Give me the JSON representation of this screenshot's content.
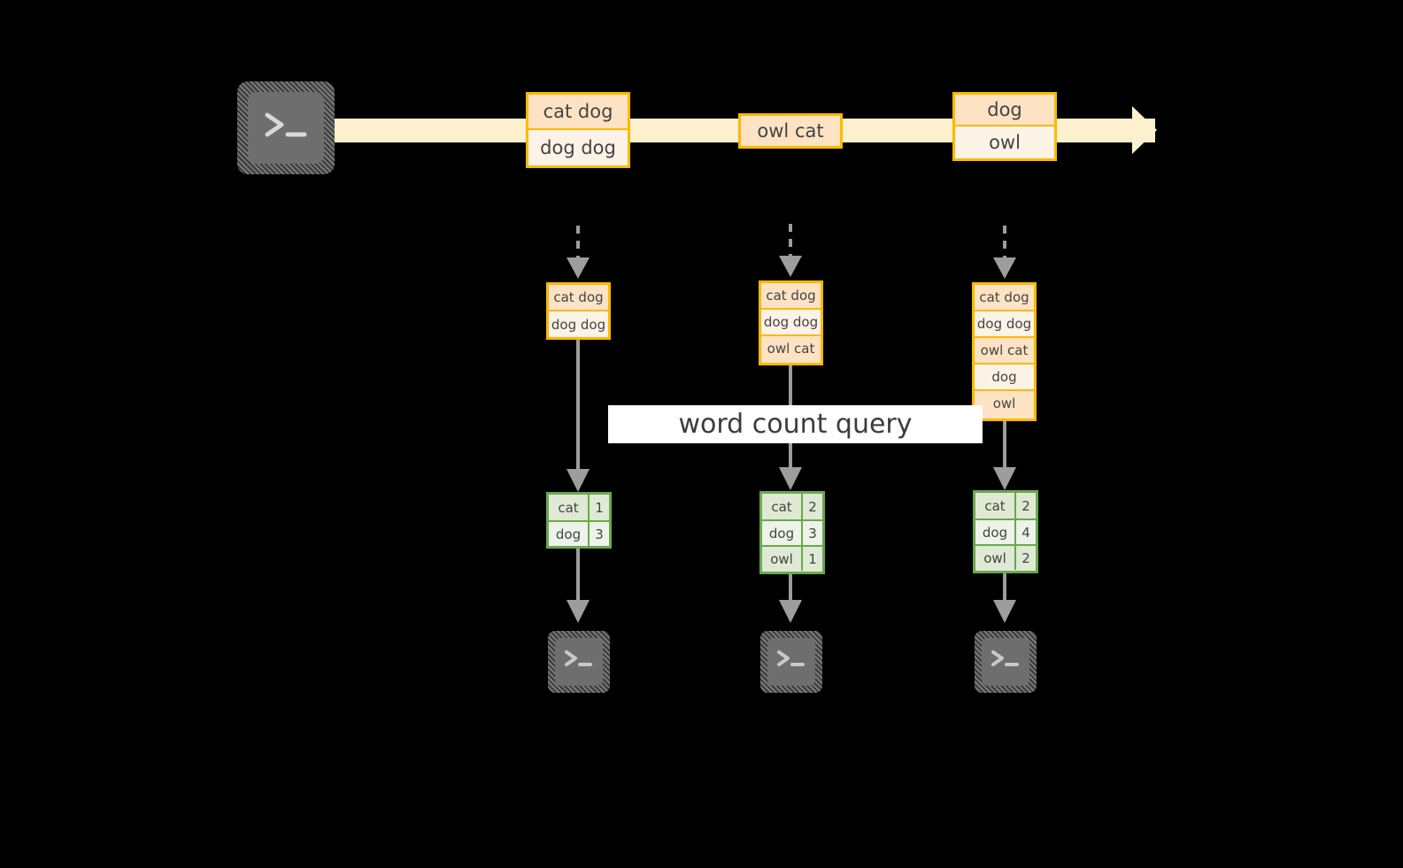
{
  "diagram": {
    "title": "word count query",
    "source_icon": "terminal-icon",
    "sink_icon": "terminal-icon",
    "stream": {
      "records": [
        {
          "lines": [
            "cat dog",
            "dog dog"
          ]
        },
        {
          "lines": [
            "owl cat"
          ]
        },
        {
          "lines": [
            "dog",
            "owl"
          ]
        }
      ]
    },
    "snapshots": [
      {
        "lines": [
          "cat dog",
          "dog dog"
        ]
      },
      {
        "lines": [
          "cat dog",
          "dog dog",
          "owl cat"
        ]
      },
      {
        "lines": [
          "cat dog",
          "dog dog",
          "owl cat",
          "dog",
          "owl"
        ]
      }
    ],
    "results": [
      {
        "rows": [
          {
            "word": "cat",
            "count": "1"
          },
          {
            "word": "dog",
            "count": "3"
          }
        ]
      },
      {
        "rows": [
          {
            "word": "cat",
            "count": "2"
          },
          {
            "word": "dog",
            "count": "3"
          },
          {
            "word": "owl",
            "count": "1"
          }
        ]
      },
      {
        "rows": [
          {
            "word": "cat",
            "count": "2"
          },
          {
            "word": "dog",
            "count": "4"
          },
          {
            "word": "owl",
            "count": "2"
          }
        ]
      }
    ],
    "colors": {
      "background": "#000000",
      "stream_band": "#fdf0cd",
      "record_border": "#fcb900",
      "record_fill_dark": "#fde3c3",
      "record_fill_light": "#fdf2e6",
      "result_border": "#6aa84f",
      "result_fill_dark": "#dfe9d4",
      "result_fill_light": "#eef3e9",
      "arrow_gray": "#9d9d9d",
      "banner_bg": "#ffffff",
      "text": "#444444"
    }
  }
}
